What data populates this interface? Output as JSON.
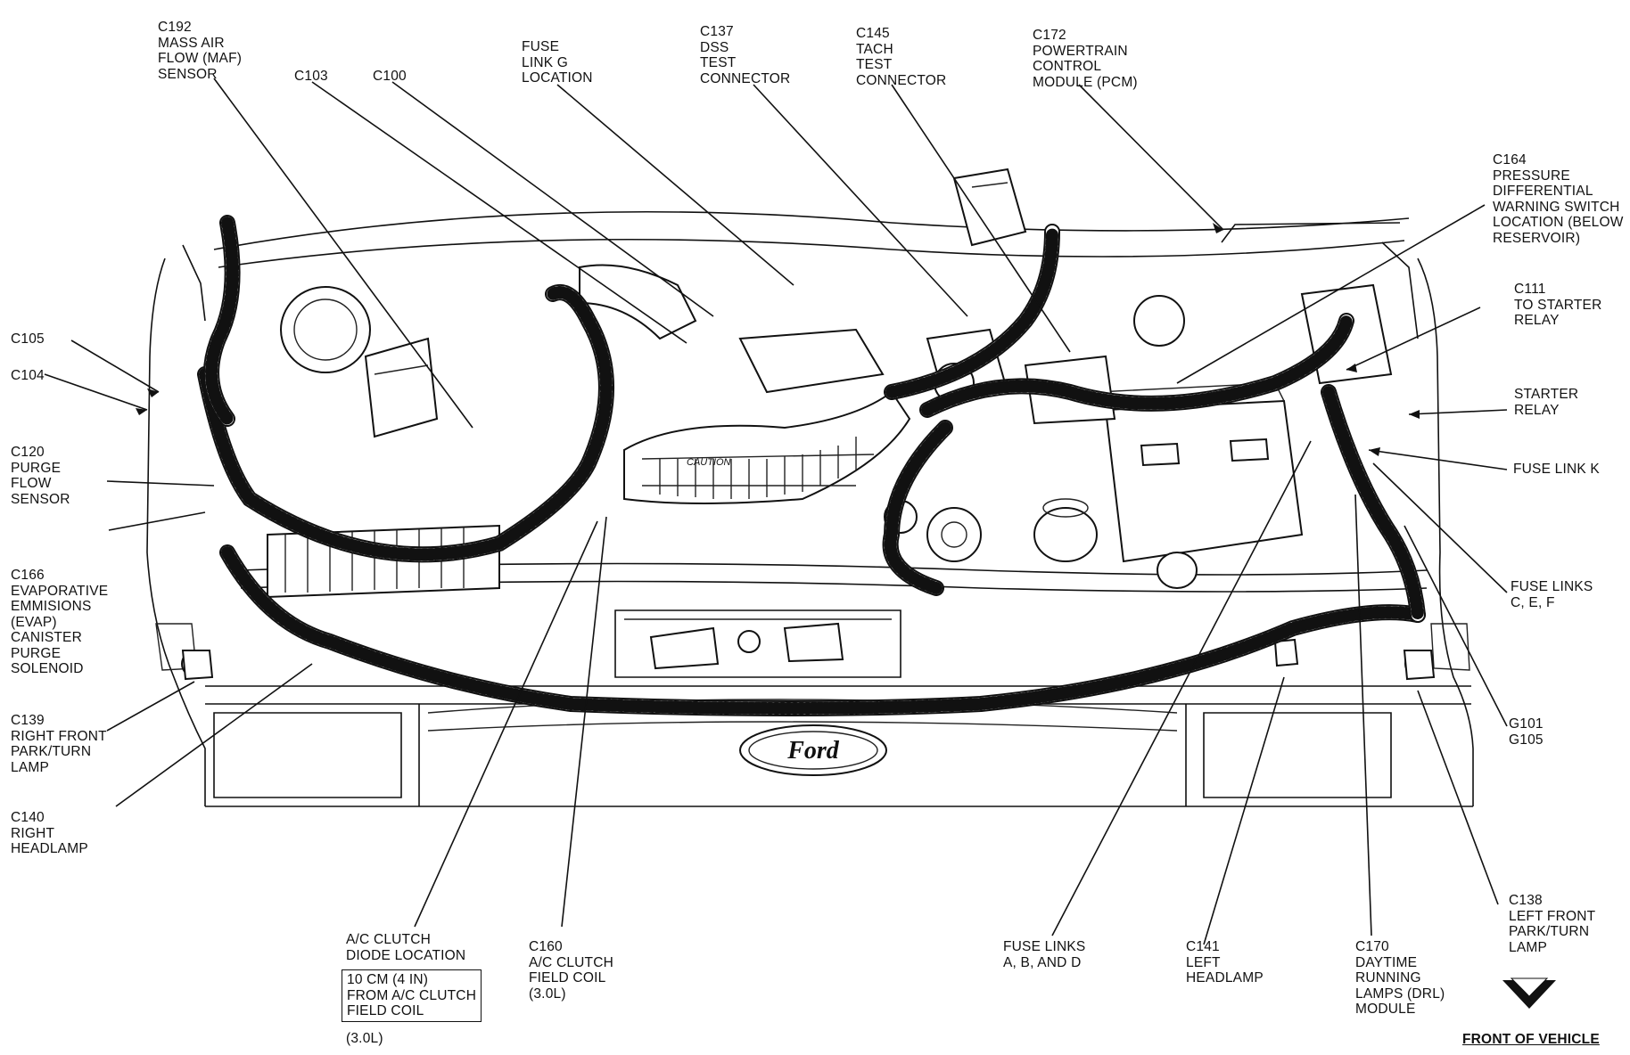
{
  "labels": {
    "c192": [
      "C192",
      "MASS AIR",
      "FLOW (MAF)",
      "SENSOR"
    ],
    "c103": [
      "C103"
    ],
    "c100": [
      "C100"
    ],
    "fuse_link_g": [
      "FUSE",
      "LINK G",
      "LOCATION"
    ],
    "c137": [
      "C137",
      "DSS",
      "TEST",
      "CONNECTOR"
    ],
    "c145": [
      "C145",
      "TACH",
      "TEST",
      "CONNECTOR"
    ],
    "c172": [
      "C172",
      "POWERTRAIN",
      "CONTROL",
      "MODULE (PCM)"
    ],
    "c164": [
      "C164",
      "PRESSURE",
      "DIFFERENTIAL",
      "WARNING SWITCH",
      "LOCATION (BELOW",
      "RESERVOIR)"
    ],
    "c111": [
      "C111",
      "TO STARTER",
      "RELAY"
    ],
    "starter_relay": [
      "STARTER",
      "RELAY"
    ],
    "fuse_link_k": [
      "FUSE LINK K"
    ],
    "fuse_links_cef": [
      "FUSE LINKS",
      "C, E, F"
    ],
    "g101": [
      "G101",
      "G105"
    ],
    "c138": [
      "C138",
      "LEFT FRONT",
      "PARK/TURN",
      "LAMP"
    ],
    "c170": [
      "C170",
      "DAYTIME",
      "RUNNING",
      "LAMPS (DRL)",
      "MODULE"
    ],
    "c141": [
      "C141",
      "LEFT",
      "HEADLAMP"
    ],
    "fuse_links_abd": [
      "FUSE LINKS",
      "A, B, AND D"
    ],
    "c160": [
      "C160",
      "A/C CLUTCH",
      "FIELD COIL",
      "(3.0L)"
    ],
    "ac_diode": [
      "A/C CLUTCH",
      "DIODE LOCATION"
    ],
    "ac_diode_box": [
      "10 CM (4 IN)",
      "FROM A/C CLUTCH",
      "FIELD COIL"
    ],
    "ac_diode_note": [
      "(3.0L)"
    ],
    "c105": [
      "C105"
    ],
    "c104": [
      "C104"
    ],
    "c120": [
      "C120",
      "PURGE",
      "FLOW",
      "SENSOR"
    ],
    "c166": [
      "C166",
      "EVAPORATIVE",
      "EMMISIONS",
      "(EVAP)",
      "CANISTER",
      "PURGE",
      "SOLENOID"
    ],
    "c139": [
      "C139",
      "RIGHT FRONT",
      "PARK/TURN",
      "LAMP"
    ],
    "c140": [
      "C140",
      "RIGHT",
      "HEADLAMP"
    ],
    "front": [
      "FRONT OF VEHICLE"
    ]
  },
  "hood_emblem": "Ford",
  "intake_text": "CAUTION"
}
